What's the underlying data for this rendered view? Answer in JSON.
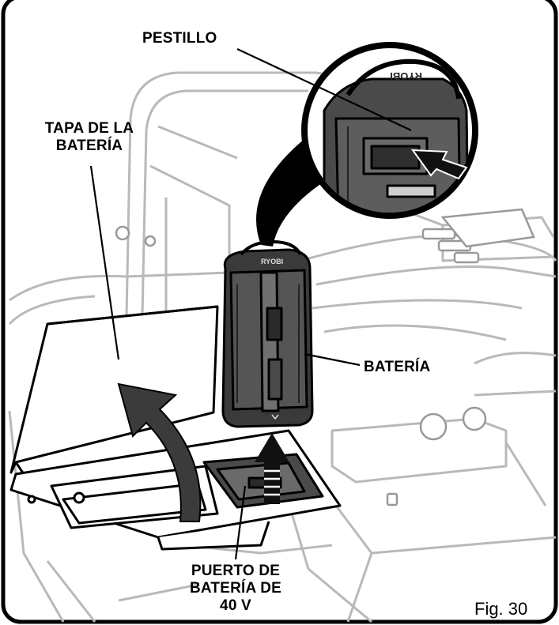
{
  "labels": {
    "latch": "PESTILLO",
    "battery_cover_line1": "TAPA DE LA",
    "battery_cover_line2": "BATERÍA",
    "battery": "BATERÍA",
    "port_line1": "PUERTO DE",
    "port_line2": "BATERÍA DE",
    "port_line3": "40 V"
  },
  "figure_ref": "Fig. 30",
  "brand_mark": "RYOBI",
  "colors": {
    "ink": "#000000",
    "light_line": "#b9b9b9",
    "battery_dark": "#3a3a3a",
    "battery_mid": "#6b6b6b",
    "background": "#ffffff"
  },
  "icons": [
    "lift-arrow-icon",
    "insert-arrow-icon",
    "press-arrow-icon"
  ]
}
